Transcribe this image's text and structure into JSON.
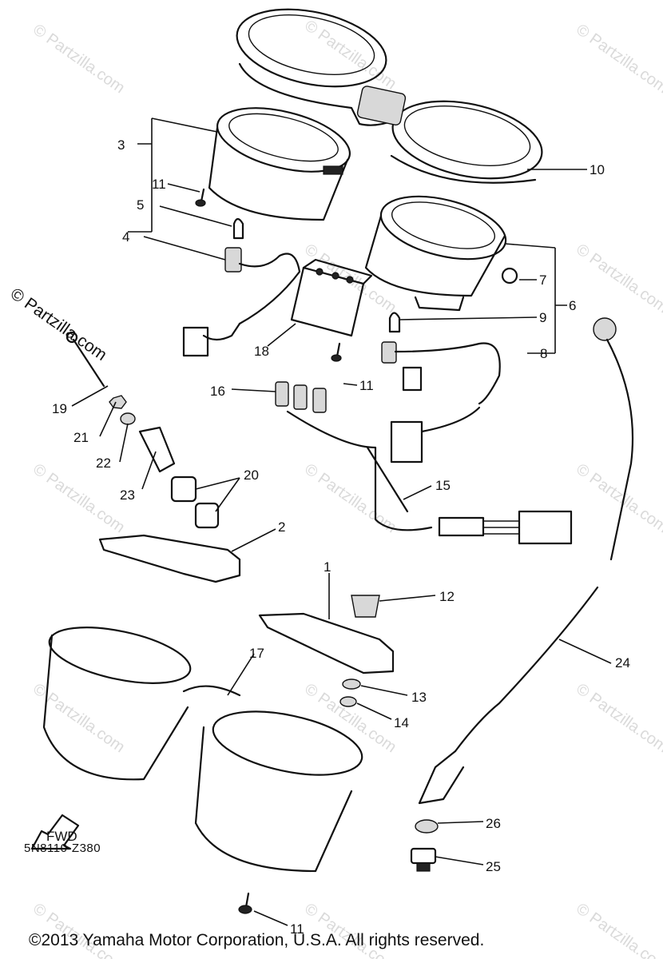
{
  "diagram": {
    "code": "5N8110-Z380",
    "copyright": "©2013 Yamaha Motor Corporation, U.S.A. All rights reserved.",
    "watermark": "© Partzilla.com",
    "fwd_label": "FWD"
  },
  "callouts": [
    {
      "id": "c1",
      "label": "1"
    },
    {
      "id": "c2",
      "label": "2"
    },
    {
      "id": "c3",
      "label": "3"
    },
    {
      "id": "c4",
      "label": "4"
    },
    {
      "id": "c5",
      "label": "5"
    },
    {
      "id": "c6",
      "label": "6"
    },
    {
      "id": "c7",
      "label": "7"
    },
    {
      "id": "c8",
      "label": "8"
    },
    {
      "id": "c9",
      "label": "9"
    },
    {
      "id": "c10",
      "label": "10"
    },
    {
      "id": "c11a",
      "label": "11"
    },
    {
      "id": "c11b",
      "label": "11"
    },
    {
      "id": "c11c",
      "label": "11"
    },
    {
      "id": "c12",
      "label": "12"
    },
    {
      "id": "c13",
      "label": "13"
    },
    {
      "id": "c14",
      "label": "14"
    },
    {
      "id": "c15",
      "label": "15"
    },
    {
      "id": "c16",
      "label": "16"
    },
    {
      "id": "c17",
      "label": "17"
    },
    {
      "id": "c18",
      "label": "18"
    },
    {
      "id": "c19",
      "label": "19"
    },
    {
      "id": "c20",
      "label": "20"
    },
    {
      "id": "c21",
      "label": "21"
    },
    {
      "id": "c22",
      "label": "22"
    },
    {
      "id": "c23",
      "label": "23"
    },
    {
      "id": "c24",
      "label": "24"
    },
    {
      "id": "c25",
      "label": "25"
    },
    {
      "id": "c26",
      "label": "26"
    }
  ]
}
